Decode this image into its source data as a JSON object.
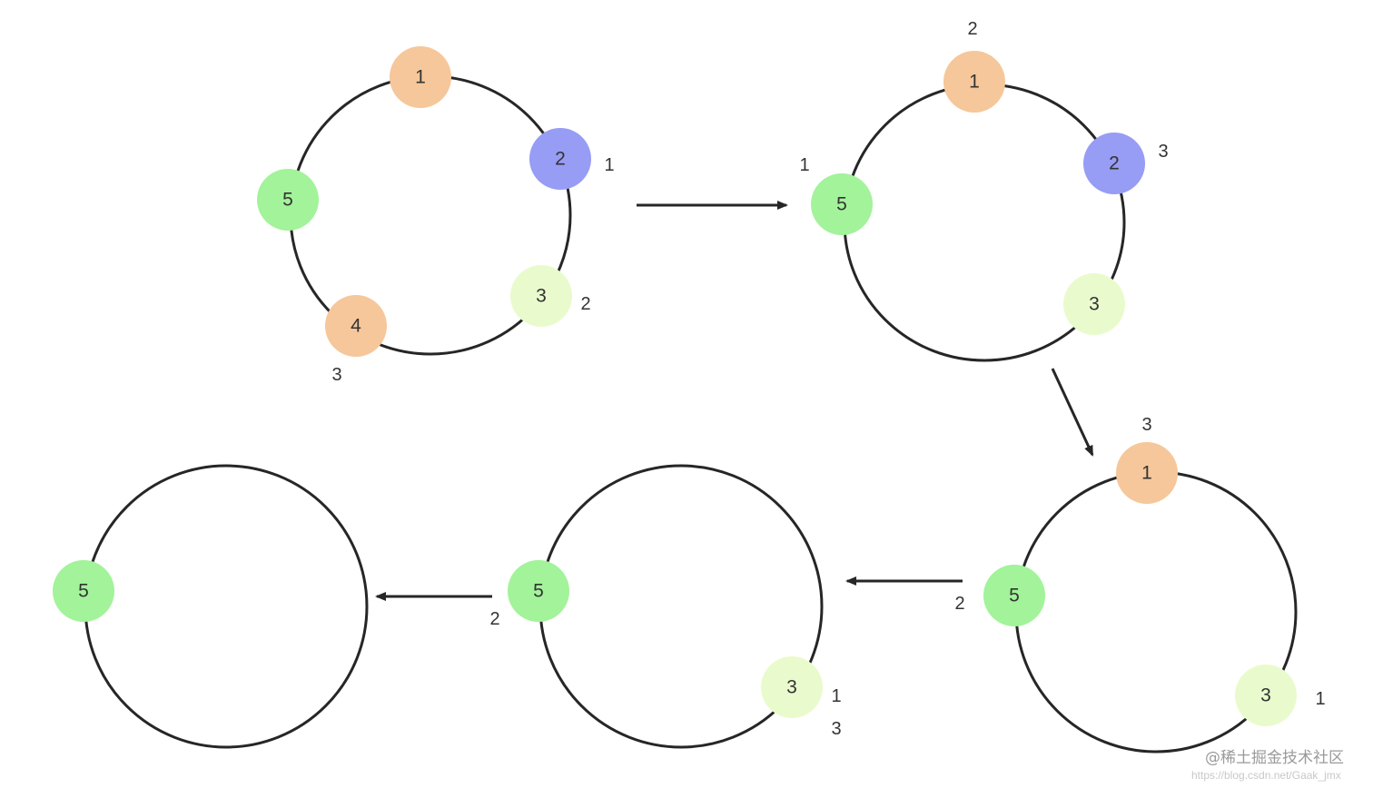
{
  "colors": {
    "node_1": "#f5c79a",
    "node_2": "#979cf4",
    "node_3": "#e9fbcd",
    "node_4": "#f5c79a",
    "node_5": "#a2f39a",
    "ring": "#262626",
    "arrow": "#262626"
  },
  "stages": [
    {
      "id": "stage-1",
      "nodes": [
        {
          "label": "1",
          "color_key": "node_1"
        },
        {
          "label": "2",
          "color_key": "node_2",
          "count": "1"
        },
        {
          "label": "3",
          "color_key": "node_3",
          "count": "2"
        },
        {
          "label": "4",
          "color_key": "node_4",
          "count": "3"
        },
        {
          "label": "5",
          "color_key": "node_5"
        }
      ]
    },
    {
      "id": "stage-2",
      "nodes": [
        {
          "label": "1",
          "color_key": "node_1",
          "count": "2"
        },
        {
          "label": "2",
          "color_key": "node_2",
          "count": "3"
        },
        {
          "label": "3",
          "color_key": "node_3"
        },
        {
          "label": "5",
          "color_key": "node_5",
          "count": "1"
        }
      ]
    },
    {
      "id": "stage-3",
      "nodes": [
        {
          "label": "1",
          "color_key": "node_1",
          "count": "3"
        },
        {
          "label": "3",
          "color_key": "node_3",
          "count": "1"
        },
        {
          "label": "5",
          "color_key": "node_5",
          "count": "2"
        }
      ]
    },
    {
      "id": "stage-4",
      "nodes": [
        {
          "label": "3",
          "color_key": "node_3",
          "count": "1",
          "count2": "3"
        },
        {
          "label": "5",
          "color_key": "node_5",
          "count": "2"
        }
      ]
    },
    {
      "id": "stage-5",
      "nodes": [
        {
          "label": "5",
          "color_key": "node_5"
        }
      ]
    }
  ],
  "watermark": {
    "text": "@稀土掘金技术社区",
    "url": "https://blog.csdn.net/Gaak_jmx"
  }
}
